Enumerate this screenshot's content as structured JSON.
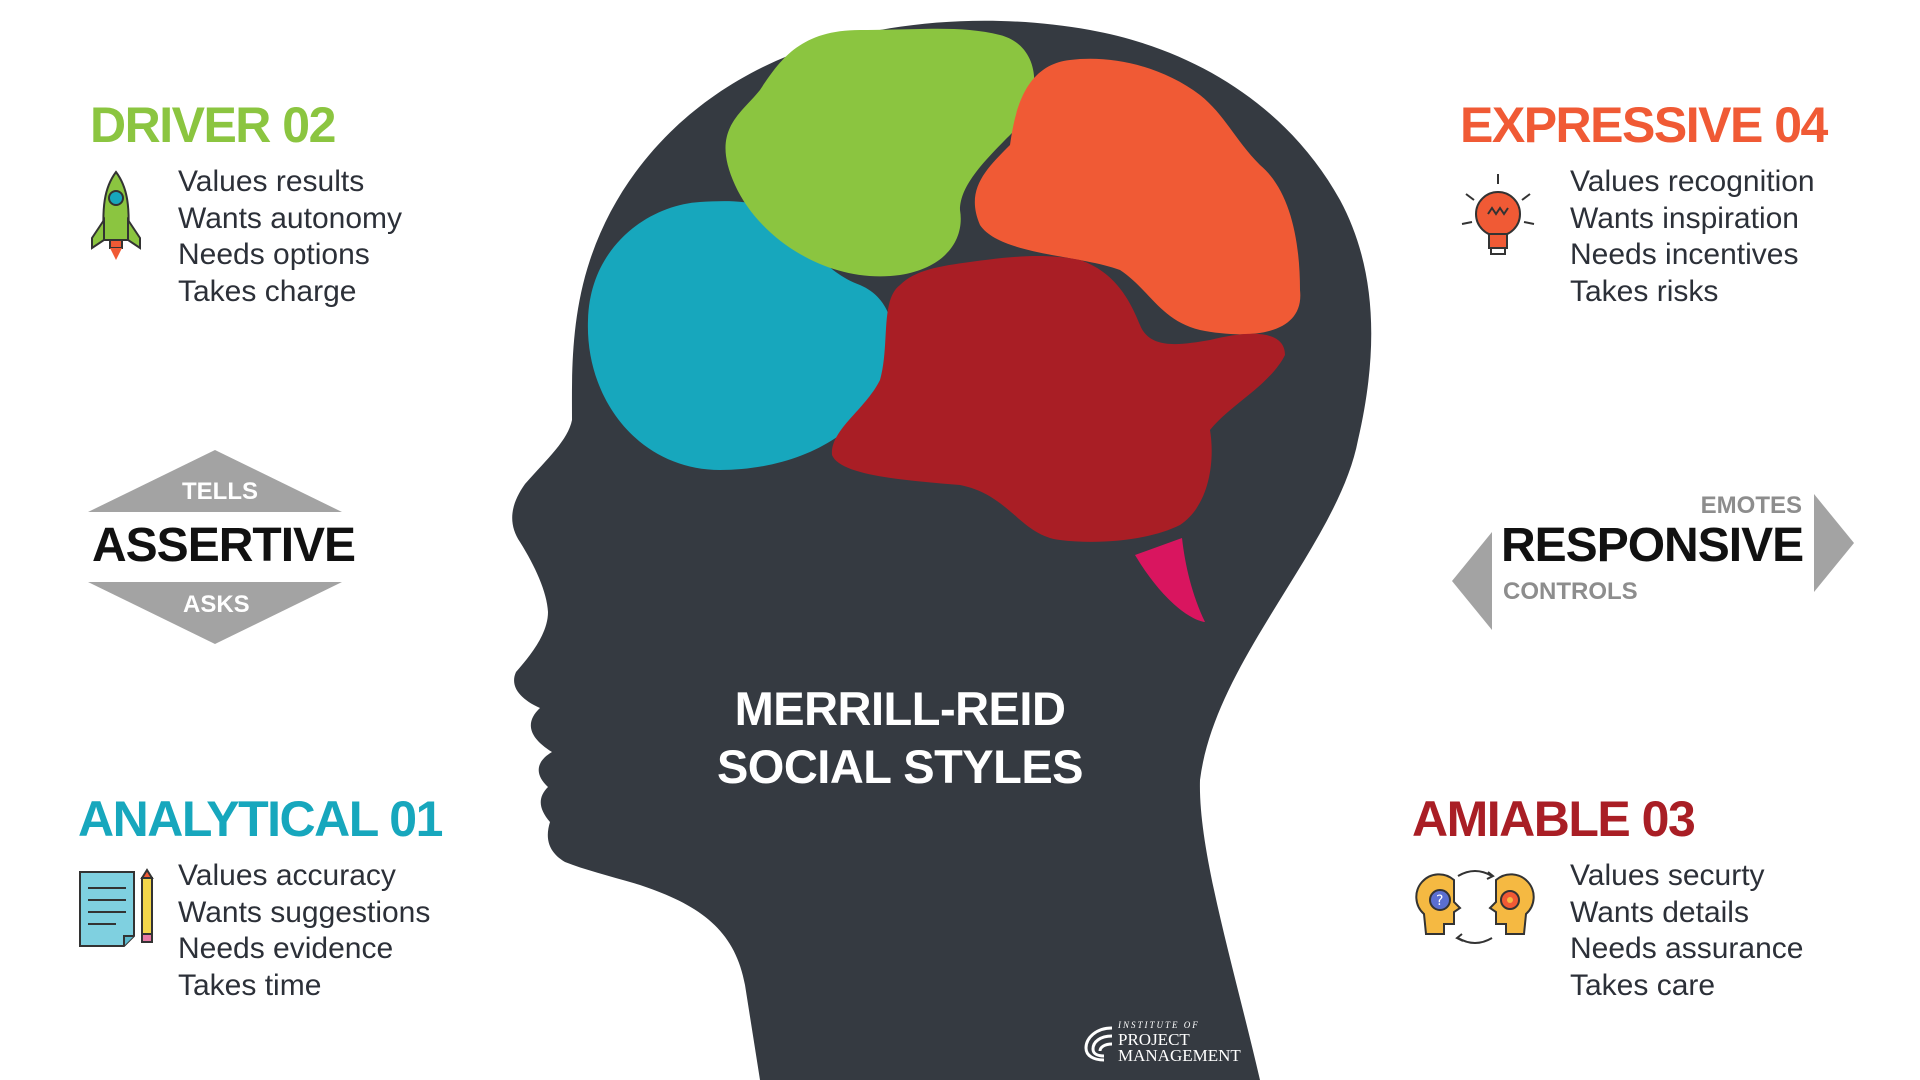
{
  "center": {
    "line1": "MERRILL-REID",
    "line2": "SOCIAL STYLES"
  },
  "styles": {
    "driver": {
      "title": "DRIVER 02",
      "color": "#8bc540",
      "icon": "rocket-icon",
      "traits": [
        "Values results",
        "Wants autonomy",
        "Needs options",
        "Takes charge"
      ]
    },
    "expressive": {
      "title": "EXPRESSIVE 04",
      "color": "#f05a35",
      "icon": "lightbulb-icon",
      "traits": [
        "Values recognition",
        "Wants inspiration",
        "Needs incentives",
        "Takes risks"
      ]
    },
    "analytical": {
      "title": "ANALYTICAL 01",
      "color": "#17a7bd",
      "icon": "notepad-pencil-icon",
      "traits": [
        "Values accuracy",
        "Wants suggestions",
        "Needs evidence",
        "Takes time"
      ]
    },
    "amiable": {
      "title": "AMIABLE 03",
      "color": "#a91e25",
      "icon": "heads-exchange-icon",
      "traits": [
        "Values securty",
        "Wants details",
        "Needs assurance",
        "Takes care"
      ]
    }
  },
  "assertive": {
    "label": "ASSERTIVE",
    "top": "TELLS",
    "bottom": "ASKS"
  },
  "responsive": {
    "label": "RESPONSIVE",
    "top": "EMOTES",
    "bottom": "CONTROLS"
  },
  "logo": {
    "line1": "INSTITUTE OF",
    "line2": "PROJECT",
    "line3": "MANAGEMENT",
    "icon": "ipm-logo-icon"
  },
  "colors": {
    "head": "#353a41",
    "brain_green": "#8bc540",
    "brain_orange": "#f05a35",
    "brain_blue": "#17a7bd",
    "brain_red": "#a91e25",
    "brain_pink": "#d9155f",
    "axis_gray": "#a3a3a3"
  }
}
